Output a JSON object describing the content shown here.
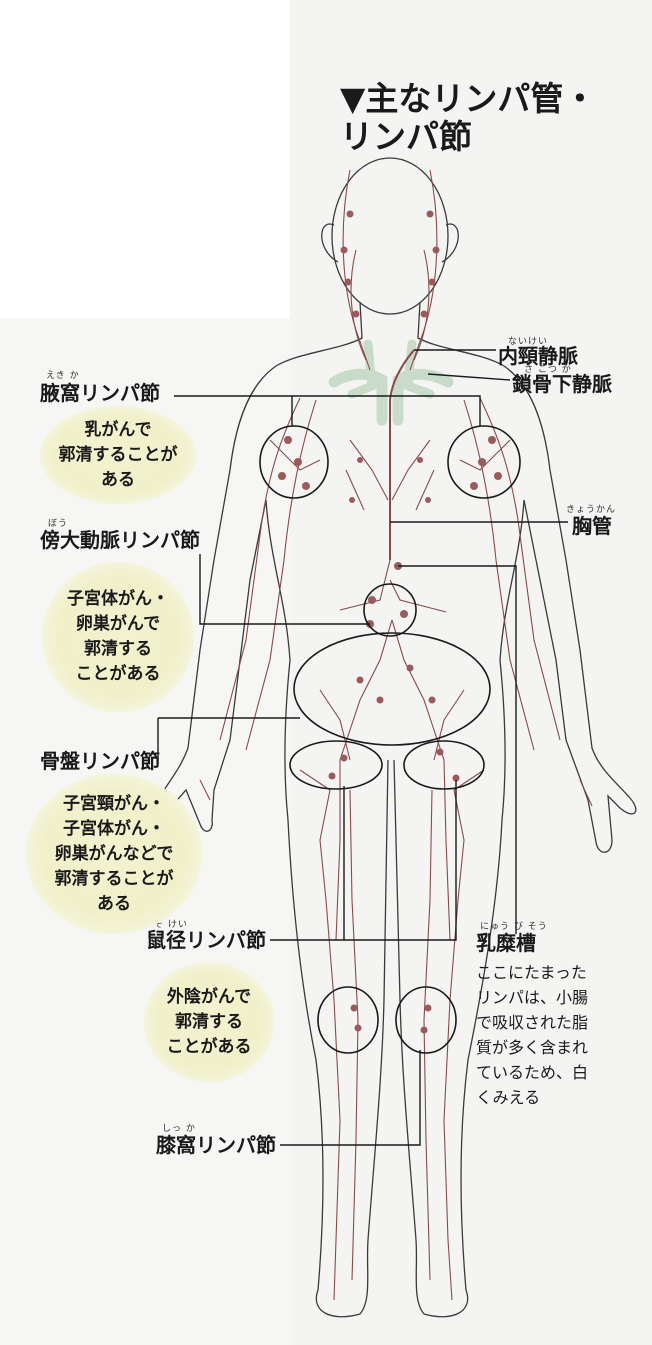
{
  "title": "▼主なリンパ管・\nリンパ節",
  "labels": {
    "naikei": {
      "text": "内頸静脈",
      "ruby": "ないけい"
    },
    "sakotsuka": {
      "text": "鎖骨下静脈",
      "ruby": "さ こつ か"
    },
    "ekika": {
      "text": "腋窩リンパ節",
      "ruby": "えき か"
    },
    "kyokan": {
      "text": "胸管",
      "ruby": "きょうかん"
    },
    "boudai": {
      "text": "傍大動脈リンパ節",
      "ruby": "ぼう"
    },
    "kotsuban": {
      "text": "骨盤リンパ節"
    },
    "nyubisou": {
      "text": "乳糜槽",
      "ruby": "にゅう び そう"
    },
    "sokei": {
      "text": "鼠径リンパ節",
      "ruby": "そ けい"
    },
    "shikka": {
      "text": "膝窩リンパ節",
      "ruby": "しっ か"
    }
  },
  "notes": {
    "ekika": "乳がんで\n郭清することが\nある",
    "boudai": "子宮体がん・\n卵巣がんで\n郭清する\nことがある",
    "kotsuban": "子宮頸がん・\n子宮体がん・\n卵巣がんなどで\n郭清することが\nある",
    "sokei": "外陰がんで\n郭清する\nことがある"
  },
  "nyubisou_desc": "ここにたまった\nリンパは、小腸\nで吸収された脂\n質が多く含まれ\nているため、白\nくみえる",
  "colors": {
    "lymph": "#8a4a4a",
    "node": "#9c5a5a",
    "vein": "#c9dcc9",
    "outline": "#3a3a3a",
    "note_bg": "#f0f0c9"
  }
}
